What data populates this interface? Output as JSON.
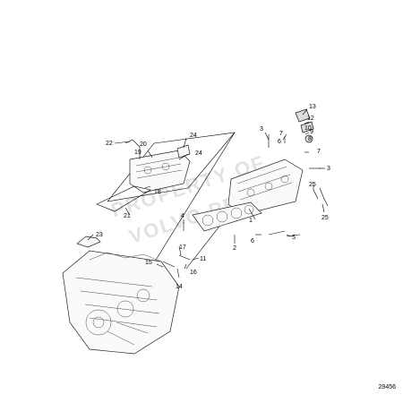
{
  "watermark": {
    "line1": "PROPERTY OF",
    "line2": "VOLVO PENTA"
  },
  "reference_number": "29456",
  "callouts": [
    "13",
    "12",
    "10",
    "9",
    "8",
    "7",
    "7",
    "3",
    "6",
    "22",
    "20",
    "19",
    "24",
    "24",
    "18",
    "21",
    "4",
    "1",
    "2",
    "23",
    "17",
    "15",
    "16",
    "14",
    "11",
    "5",
    "6",
    "3",
    "25",
    "25"
  ]
}
